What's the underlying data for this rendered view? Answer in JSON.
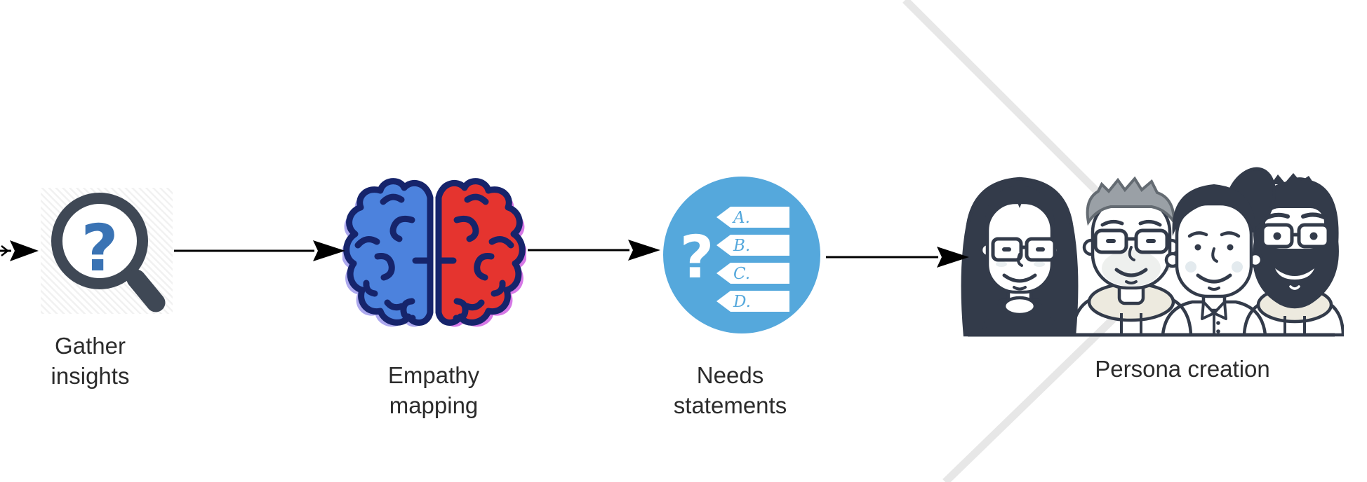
{
  "canvas": {
    "background": "#ffffff"
  },
  "flow": {
    "steps": [
      {
        "name": "gather-insights",
        "icon": "magnifying-glass-question-icon",
        "label_lines": [
          "Gather",
          "insights"
        ]
      },
      {
        "name": "empathy-mapping",
        "icon": "brain-hemispheres-icon",
        "label_lines": [
          "Empathy",
          "mapping"
        ]
      },
      {
        "name": "needs-statements",
        "icon": "question-answer-list-icon",
        "label_lines": [
          "Needs",
          "statements"
        ]
      },
      {
        "name": "persona-creation",
        "icon": "people-group-icon",
        "label_lines": [
          "Persona creation"
        ]
      }
    ]
  },
  "icons": {
    "magnifier": {
      "glyph": "?"
    },
    "needs": {
      "glyph": "?",
      "list_items": [
        "A.",
        "B.",
        "C.",
        "D."
      ]
    }
  },
  "colors": {
    "label_text": "#2b2b2b",
    "connector": "#000000",
    "watermark_line": "#e7e7e7",
    "magnifier_body": "#3f4855",
    "question_blue": "#3a73b4",
    "needs_circle_blue": "#55a8dc",
    "brain_left_blue": "#4c82dd",
    "brain_right_red": "#e5342f",
    "brain_outline_navy": "#16246b",
    "brain_accent_lavender": "#aca8ee",
    "brain_accent_pink": "#d678e6",
    "persona_ink": "#333b4a",
    "persona_gray_hair": "#9aa0a6",
    "persona_hood_beige": "#edeadf"
  }
}
